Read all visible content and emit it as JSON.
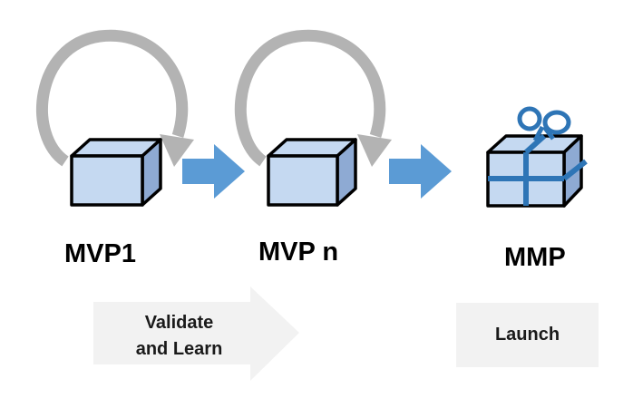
{
  "stages": [
    {
      "label": "MVP1"
    },
    {
      "label": "MVP n"
    },
    {
      "label": "MMP"
    }
  ],
  "phases": {
    "validate": {
      "line1": "Validate",
      "line2": "and Learn"
    },
    "launch": {
      "label": "Launch"
    }
  },
  "colors": {
    "box_face": "#c5d9f1",
    "box_side": "#8eaad3",
    "box_outline": "#000000",
    "loop_gray": "#b3b3b3",
    "flow_arrow_blue": "#5b9bd5",
    "ribbon_blue": "#2e75b6",
    "panel_gray": "#f2f2f2"
  },
  "icons": [
    "loop-arrow-icon",
    "cube-icon",
    "right-arrow-icon",
    "gift-box-icon"
  ]
}
